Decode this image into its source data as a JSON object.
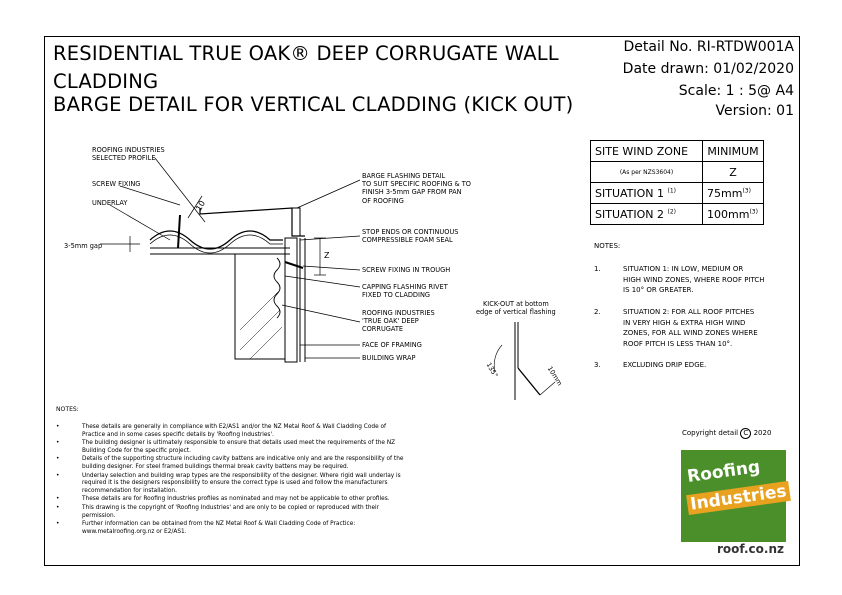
{
  "title": {
    "line1": "RESIDENTIAL TRUE OAK® DEEP CORRUGATE WALL",
    "line2": "CLADDING",
    "line3": "BARGE DETAIL FOR VERTICAL CLADDING (KICK OUT)"
  },
  "meta": {
    "detail": "Detail No. RI-RTDW001A",
    "date": "Date drawn:  01/02/2020",
    "scale": "Scale:   1 : 5@ A4",
    "version": "Version:  01"
  },
  "diagram_labels": {
    "roofing_profile": "ROOFING INDUSTRIES\nSELECTED PROFILE",
    "screw_fixing": "SCREW FIXING",
    "underlay": "UNDERLAY",
    "gap": "3-5mm gap",
    "barge_flashing": "BARGE FLASHING DETAIL\nTO SUIT SPECIFIC ROOFING & TO\nFINISH 3-5mm GAP FROM PAN\nOF ROOFING",
    "stop_ends": "STOP ENDS OR CONTINUOUS\nCOMPRESSIBLE FOAM SEAL",
    "screw_trough": "SCREW FIXING IN TROUGH",
    "capping": "CAPPING FLASHING RIVET\nFIXED TO CLADDING",
    "cladding": "ROOFING INDUSTRIES\n'TRUE OAK' DEEP\nCORRUGATE",
    "framing": "FACE OF FRAMING",
    "wrap": "BUILDING WRAP",
    "kickout": "KICK-OUT at bottom\nedge of vertical flashing",
    "dim_10": "10",
    "dim_z": "Z",
    "dim_135": "135°",
    "dim_10mm": "10mm"
  },
  "wind_table": {
    "header_zone": "SITE WIND ZONE",
    "header_min": "MINIMUM",
    "sub_note": "(As per NZS3604)",
    "sub_value": "Z",
    "rows": [
      {
        "label": "SITUATION  1",
        "ref": "(1)",
        "value": "75mm",
        "sup": "(3)"
      },
      {
        "label": "SITUATION  2",
        "ref": "(2)",
        "value": "100mm",
        "sup": "(3)"
      }
    ]
  },
  "right_notes": {
    "heading": "NOTES:",
    "items": [
      {
        "num": "1.",
        "text": "SITUATION 1: IN LOW, MEDIUM OR\nHIGH WIND ZONES, WHERE ROOF PITCH\nIS 10° OR GREATER."
      },
      {
        "num": "2.",
        "text": "SITUATION 2: FOR ALL ROOF PITCHES\nIN VERY HIGH & EXTRA HIGH WIND\nZONES, FOR ALL WIND ZONES WHERE\nROOF PITCH IS LESS THAN 10°."
      },
      {
        "num": "3.",
        "text": "EXCLUDING DRIP EDGE."
      }
    ]
  },
  "bottom_notes": {
    "heading": "NOTES:",
    "items": [
      "These details are generally in compliance with E2/AS1 and/or the NZ Metal Roof & Wall Cladding Code of\nPractice and in some cases specific details by 'Roofing Industries'.",
      "The building designer is ultimately responsible to ensure that details used meet the requirements of the NZ\nBuilding Code for the specific project.",
      "Details of the supporting structure including cavity battens are indicative only and are the responsibility of the\nbuilding designer. For steel framed buildings thermal break cavity battens may be required.",
      "Underlay selection and building wrap types are the responsibility of the designer. Where rigid wall underlay is\nrequired it is the designers responsibility to ensure the correct type is used and follow the manufacturers\nrecommendation for installation.",
      "These details are for Roofing Industries profiles as nominated and may not be applicable to other profiles.",
      "This drawing is the copyright of 'Roofing Industries' and are only to be copied or reproduced with their\npermission.",
      "Further information can be obtained from the NZ Metal Roof & Wall Cladding Code of Practice:\nwww.metalroofing.org.nz or E2/AS1."
    ]
  },
  "copyright": "Copyright detail",
  "copyright_year": "2020",
  "logo": {
    "line1": "Roofing",
    "line2": "Industries",
    "url": "roof.co.nz",
    "green": "#4b8f2a",
    "orange": "#e8a21f"
  }
}
